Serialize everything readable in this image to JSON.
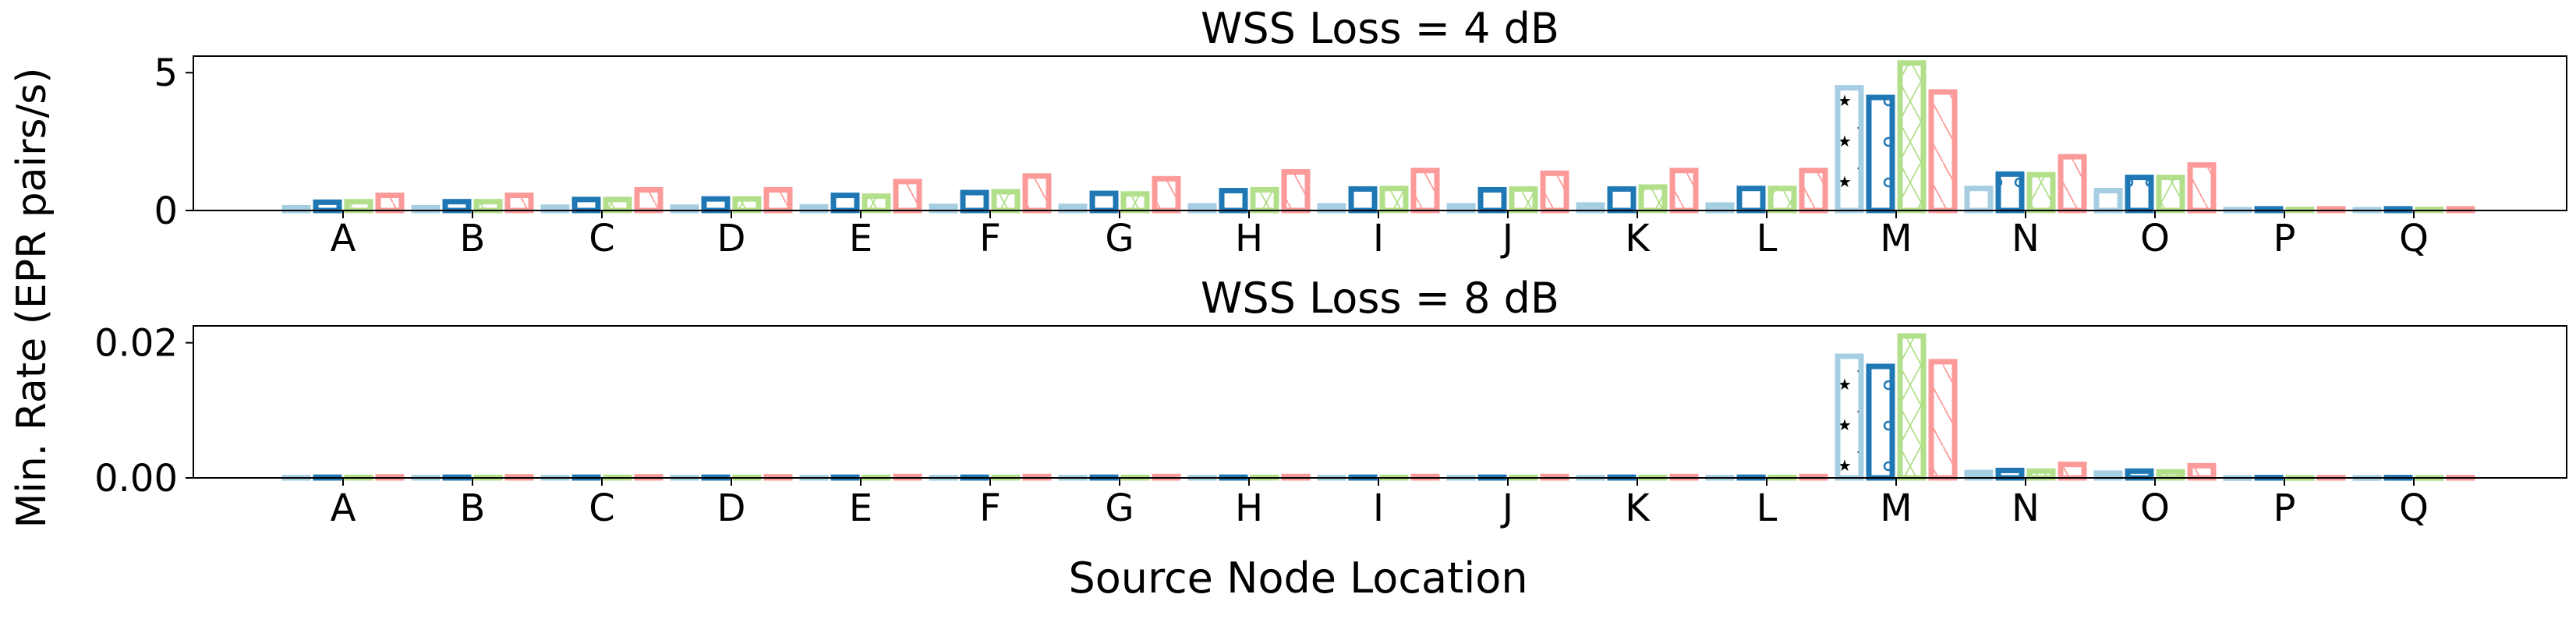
{
  "figure": {
    "ylabel": "Min. Rate (EPR pairs/s)",
    "xlabel": "Source Node Location"
  },
  "series_styles": [
    {
      "color": "#a6cee3",
      "hatch": "stars"
    },
    {
      "color": "#1f78b4",
      "hatch": "circles"
    },
    {
      "color": "#b2df8a",
      "hatch": "crosses"
    },
    {
      "color": "#fb9a99",
      "hatch": "diagonal"
    }
  ],
  "chart_data": [
    {
      "type": "bar",
      "title": "WSS Loss = 4 dB",
      "categories": [
        "A",
        "B",
        "C",
        "D",
        "E",
        "F",
        "G",
        "H",
        "I",
        "J",
        "K",
        "L",
        "M",
        "N",
        "O",
        "P",
        "Q"
      ],
      "ylim": [
        0,
        5.6
      ],
      "yticks": [
        0,
        5
      ],
      "ytick_labels": [
        "0",
        "5"
      ],
      "series": [
        {
          "values": [
            0.1,
            0.1,
            0.12,
            0.12,
            0.13,
            0.15,
            0.15,
            0.17,
            0.17,
            0.17,
            0.2,
            0.2,
            4.45,
            0.8,
            0.72,
            0.03,
            0.03
          ]
        },
        {
          "values": [
            0.3,
            0.32,
            0.4,
            0.42,
            0.55,
            0.65,
            0.62,
            0.72,
            0.78,
            0.75,
            0.78,
            0.8,
            4.1,
            1.32,
            1.2,
            0.06,
            0.06
          ]
        },
        {
          "values": [
            0.32,
            0.32,
            0.4,
            0.42,
            0.52,
            0.68,
            0.6,
            0.75,
            0.8,
            0.78,
            0.85,
            0.8,
            5.35,
            1.3,
            1.2,
            0.04,
            0.04
          ]
        },
        {
          "values": [
            0.55,
            0.55,
            0.75,
            0.75,
            1.05,
            1.25,
            1.15,
            1.4,
            1.45,
            1.35,
            1.45,
            1.45,
            4.3,
            1.95,
            1.65,
            0.06,
            0.06
          ]
        }
      ]
    },
    {
      "type": "bar",
      "title": "WSS Loss = 8 dB",
      "categories": [
        "A",
        "B",
        "C",
        "D",
        "E",
        "F",
        "G",
        "H",
        "I",
        "J",
        "K",
        "L",
        "M",
        "N",
        "O",
        "P",
        "Q"
      ],
      "ylim": [
        0,
        0.0225
      ],
      "yticks": [
        0,
        0.02
      ],
      "ytick_labels": [
        "0.00",
        "0.02"
      ],
      "series": [
        {
          "values": [
            5e-05,
            5e-05,
            5e-05,
            5e-05,
            5e-05,
            5e-05,
            5e-05,
            5e-05,
            5e-05,
            5e-05,
            5e-05,
            5e-05,
            0.018,
            0.0008,
            0.0007,
            2e-05,
            2e-05
          ]
        },
        {
          "values": [
            0.0001,
            0.0001,
            0.0001,
            0.0001,
            0.0001,
            0.0001,
            0.0001,
            0.0001,
            0.0001,
            0.0001,
            0.0001,
            0.0001,
            0.0165,
            0.0011,
            0.001,
            5e-05,
            5e-05
          ]
        },
        {
          "values": [
            8e-05,
            8e-05,
            8e-05,
            8e-05,
            8e-05,
            8e-05,
            8e-05,
            8e-05,
            8e-05,
            8e-05,
            8e-05,
            8e-05,
            0.021,
            0.001,
            0.0009,
            3e-05,
            3e-05
          ]
        },
        {
          "values": [
            0.00015,
            0.00015,
            0.00015,
            0.00015,
            0.0002,
            0.0002,
            0.0002,
            0.0002,
            0.0002,
            0.0002,
            0.0002,
            0.0002,
            0.0172,
            0.002,
            0.0018,
            5e-05,
            5e-05
          ]
        }
      ]
    }
  ]
}
